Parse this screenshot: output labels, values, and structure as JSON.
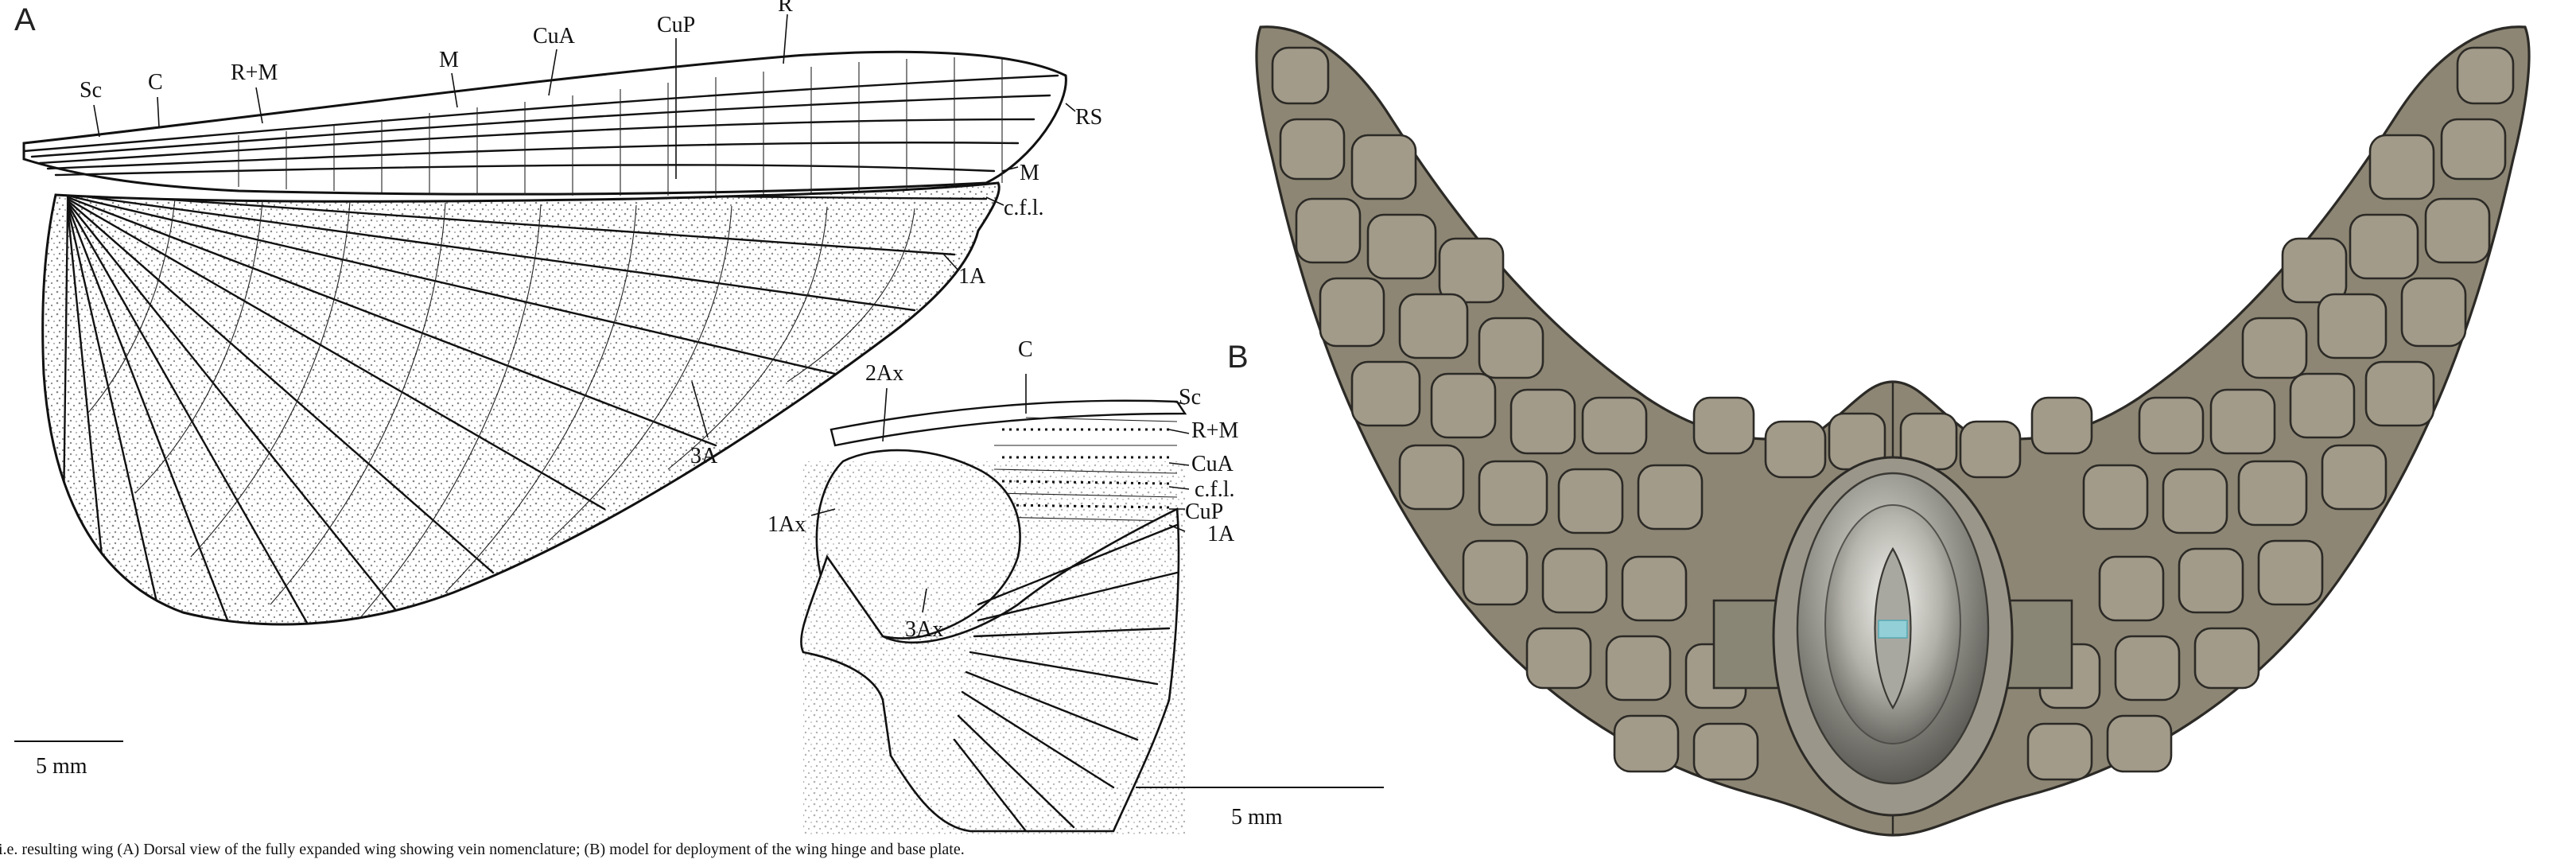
{
  "panels": {
    "a": {
      "letter": "A"
    },
    "b": {
      "letter": "B"
    }
  },
  "wing_labels": {
    "sc": "Sc",
    "c": "C",
    "rm": "R+M",
    "m_top": "M",
    "cua": "CuA",
    "cup": "CuP",
    "r": "R",
    "rs": "RS",
    "m_side": "M",
    "cfl": "c.f.l.",
    "a1": "1A",
    "a3": "3A"
  },
  "base_labels": {
    "c": "C",
    "ax2": "2Ax",
    "sc": "Sc",
    "rm": "R+M",
    "cua": "CuA",
    "cfl": "c.f.l.",
    "cup": "CuP",
    "a1": "1A",
    "ax1": "1Ax",
    "ax3": "3Ax"
  },
  "scale_bars": {
    "wing": "5 mm",
    "base": "5 mm"
  },
  "caption": "i.e. resulting wing (A) Dorsal view of the fully expanded wing showing vein nomenclature; (B) model for deployment of the wing hinge and base plate.",
  "colors": {
    "plate_fill": "#8d8674",
    "plate_cell_fill": "#a29b8a",
    "plate_outline": "#2c2a26",
    "hinge_fill": "#8a8675",
    "dome": "#9a9a92"
  },
  "icons": {
    "dome_marker": "cyan-marker-icon"
  }
}
